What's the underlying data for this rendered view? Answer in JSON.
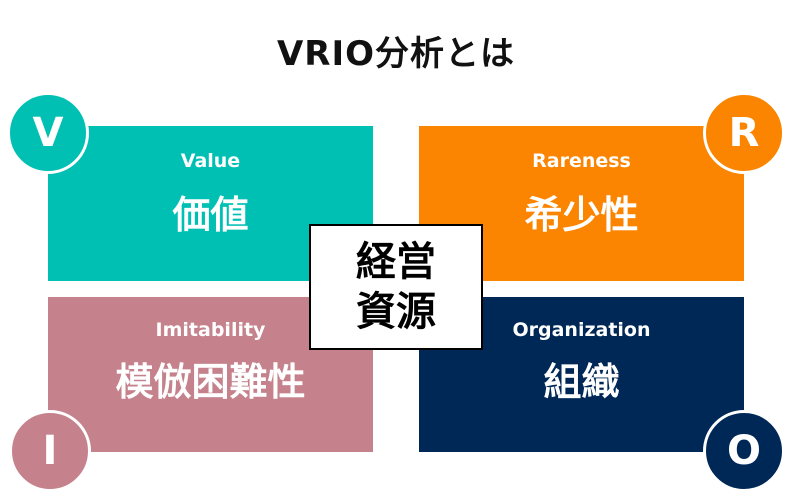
{
  "title": "VRIO分析とは",
  "center": {
    "line1": "経営",
    "line2": "資源"
  },
  "quadrants": [
    {
      "letter": "V",
      "en": "Value",
      "ja": "価値",
      "color": "#00BFB3"
    },
    {
      "letter": "R",
      "en": "Rareness",
      "ja": "希少性",
      "color": "#FB8500"
    },
    {
      "letter": "I",
      "en": "Imitability",
      "ja": "模倣困難性",
      "color": "#C5828C"
    },
    {
      "letter": "O",
      "en": "Organization",
      "ja": "組織",
      "color": "#002856"
    }
  ]
}
